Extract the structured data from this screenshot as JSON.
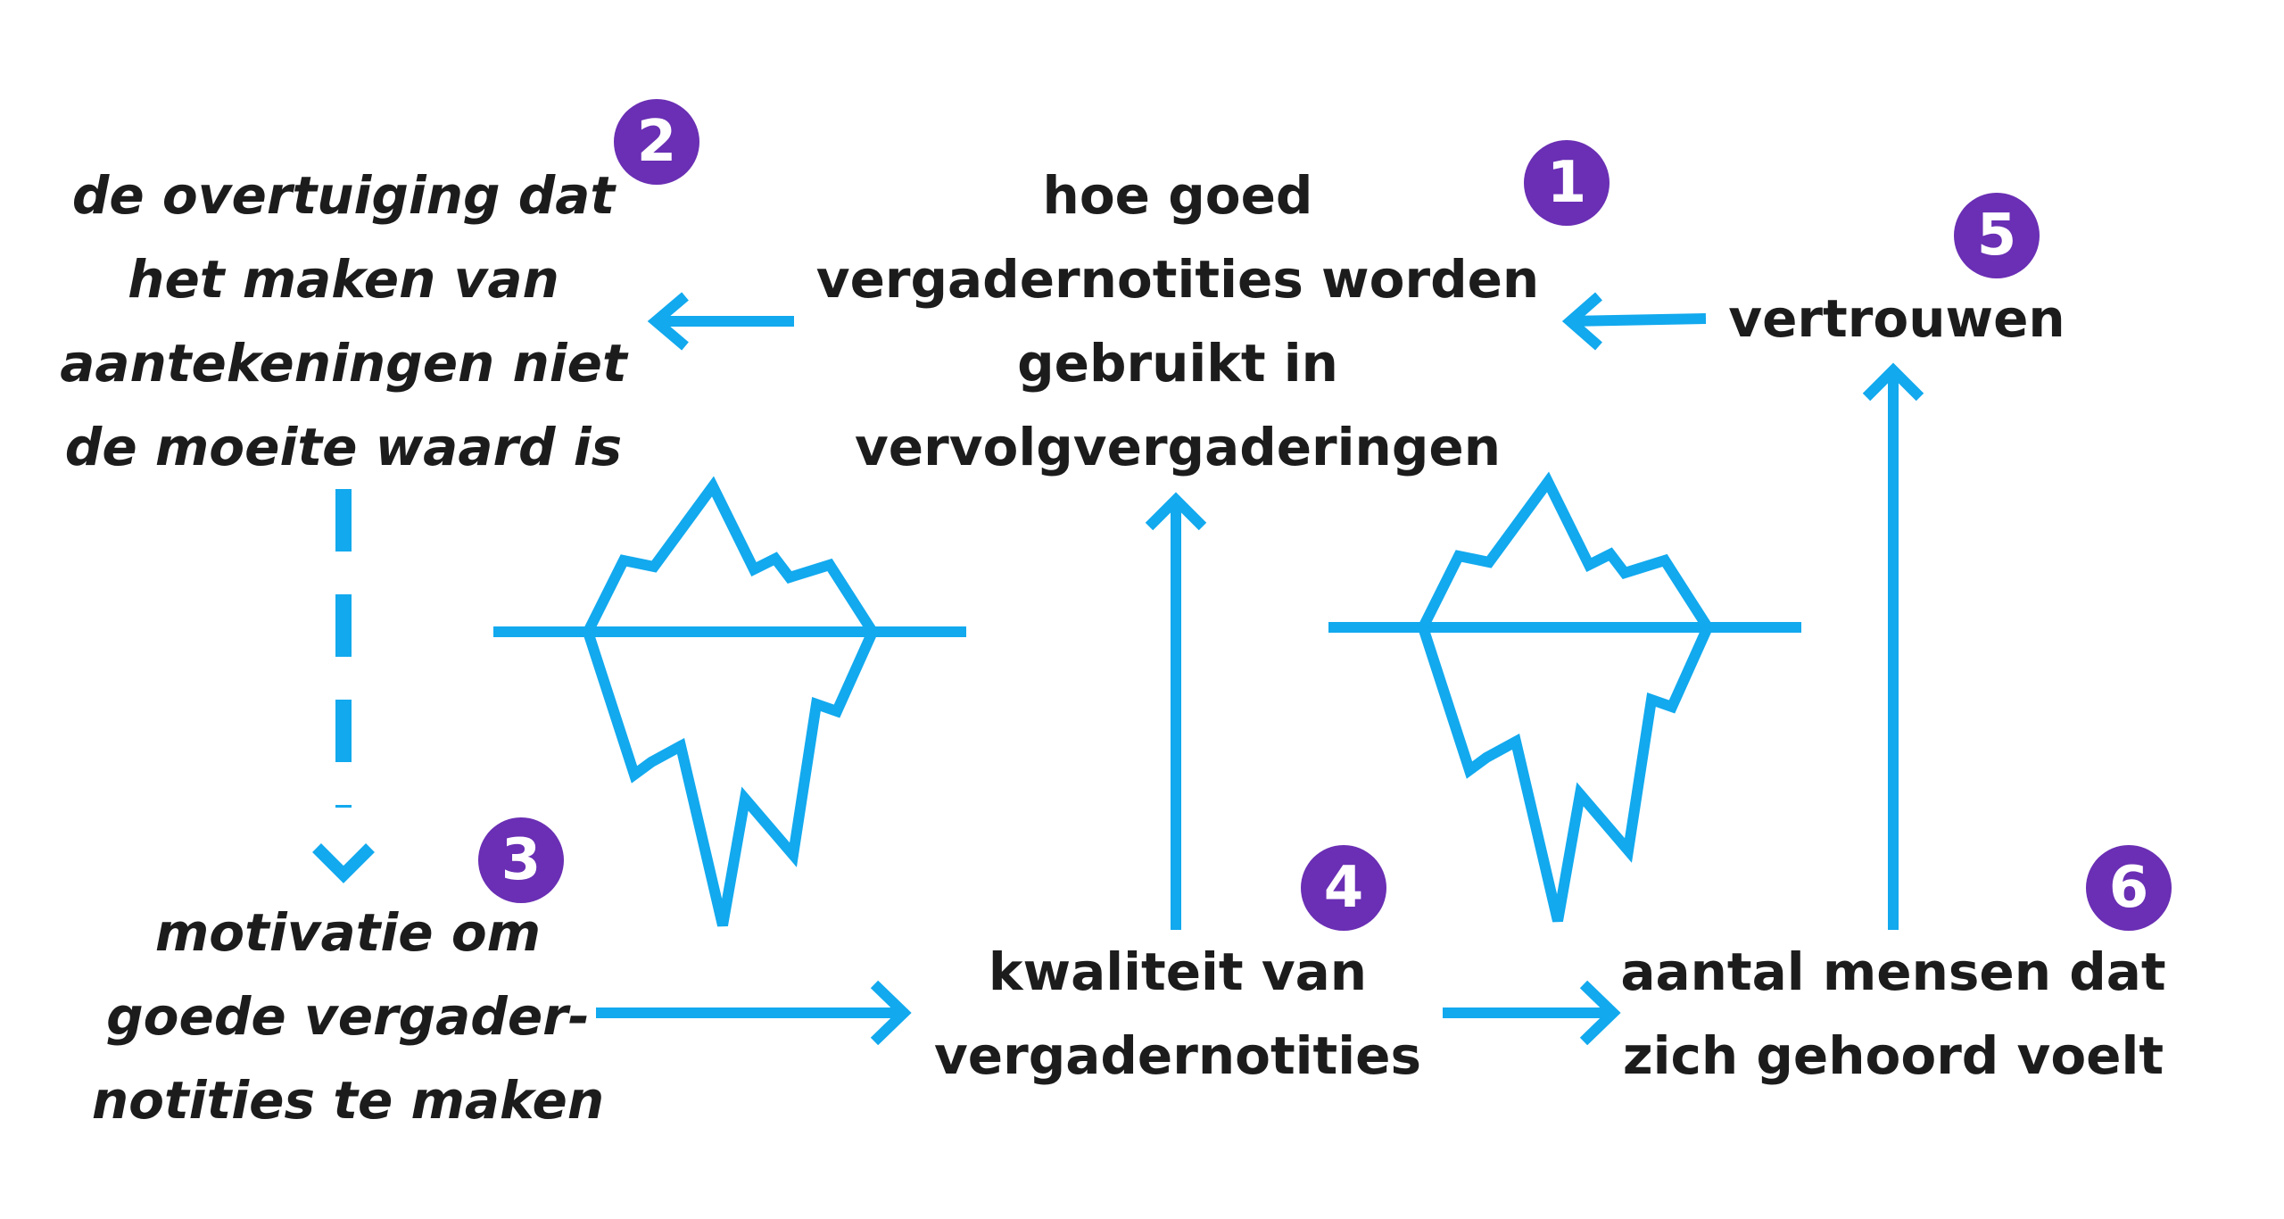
{
  "colors": {
    "line": "#12a9ee",
    "badge": "#6a2fb4",
    "text": "#1c1c1c",
    "background": "#ffffff"
  },
  "nodes": {
    "n1": {
      "badge": "1",
      "lines": [
        "hoe goed",
        "vergadernotities worden",
        "gebruikt in",
        "vervolgvergaderingen"
      ]
    },
    "n2": {
      "badge": "2",
      "lines": [
        "de overtuiging dat",
        "het maken van",
        "aantekeningen niet",
        "de moeite waard is"
      ]
    },
    "n3": {
      "badge": "3",
      "lines": [
        "motivatie om",
        "goede vergader-",
        "notities te maken"
      ]
    },
    "n4": {
      "badge": "4",
      "lines": [
        "kwaliteit van",
        "vergadernotities"
      ]
    },
    "n5": {
      "badge": "5",
      "lines": [
        "vertrouwen"
      ]
    },
    "n6": {
      "badge": "6",
      "lines": [
        "aantal mensen dat",
        "zich gehoord voelt"
      ]
    }
  },
  "icons": [
    "iceberg-icon",
    "iceberg-icon"
  ]
}
